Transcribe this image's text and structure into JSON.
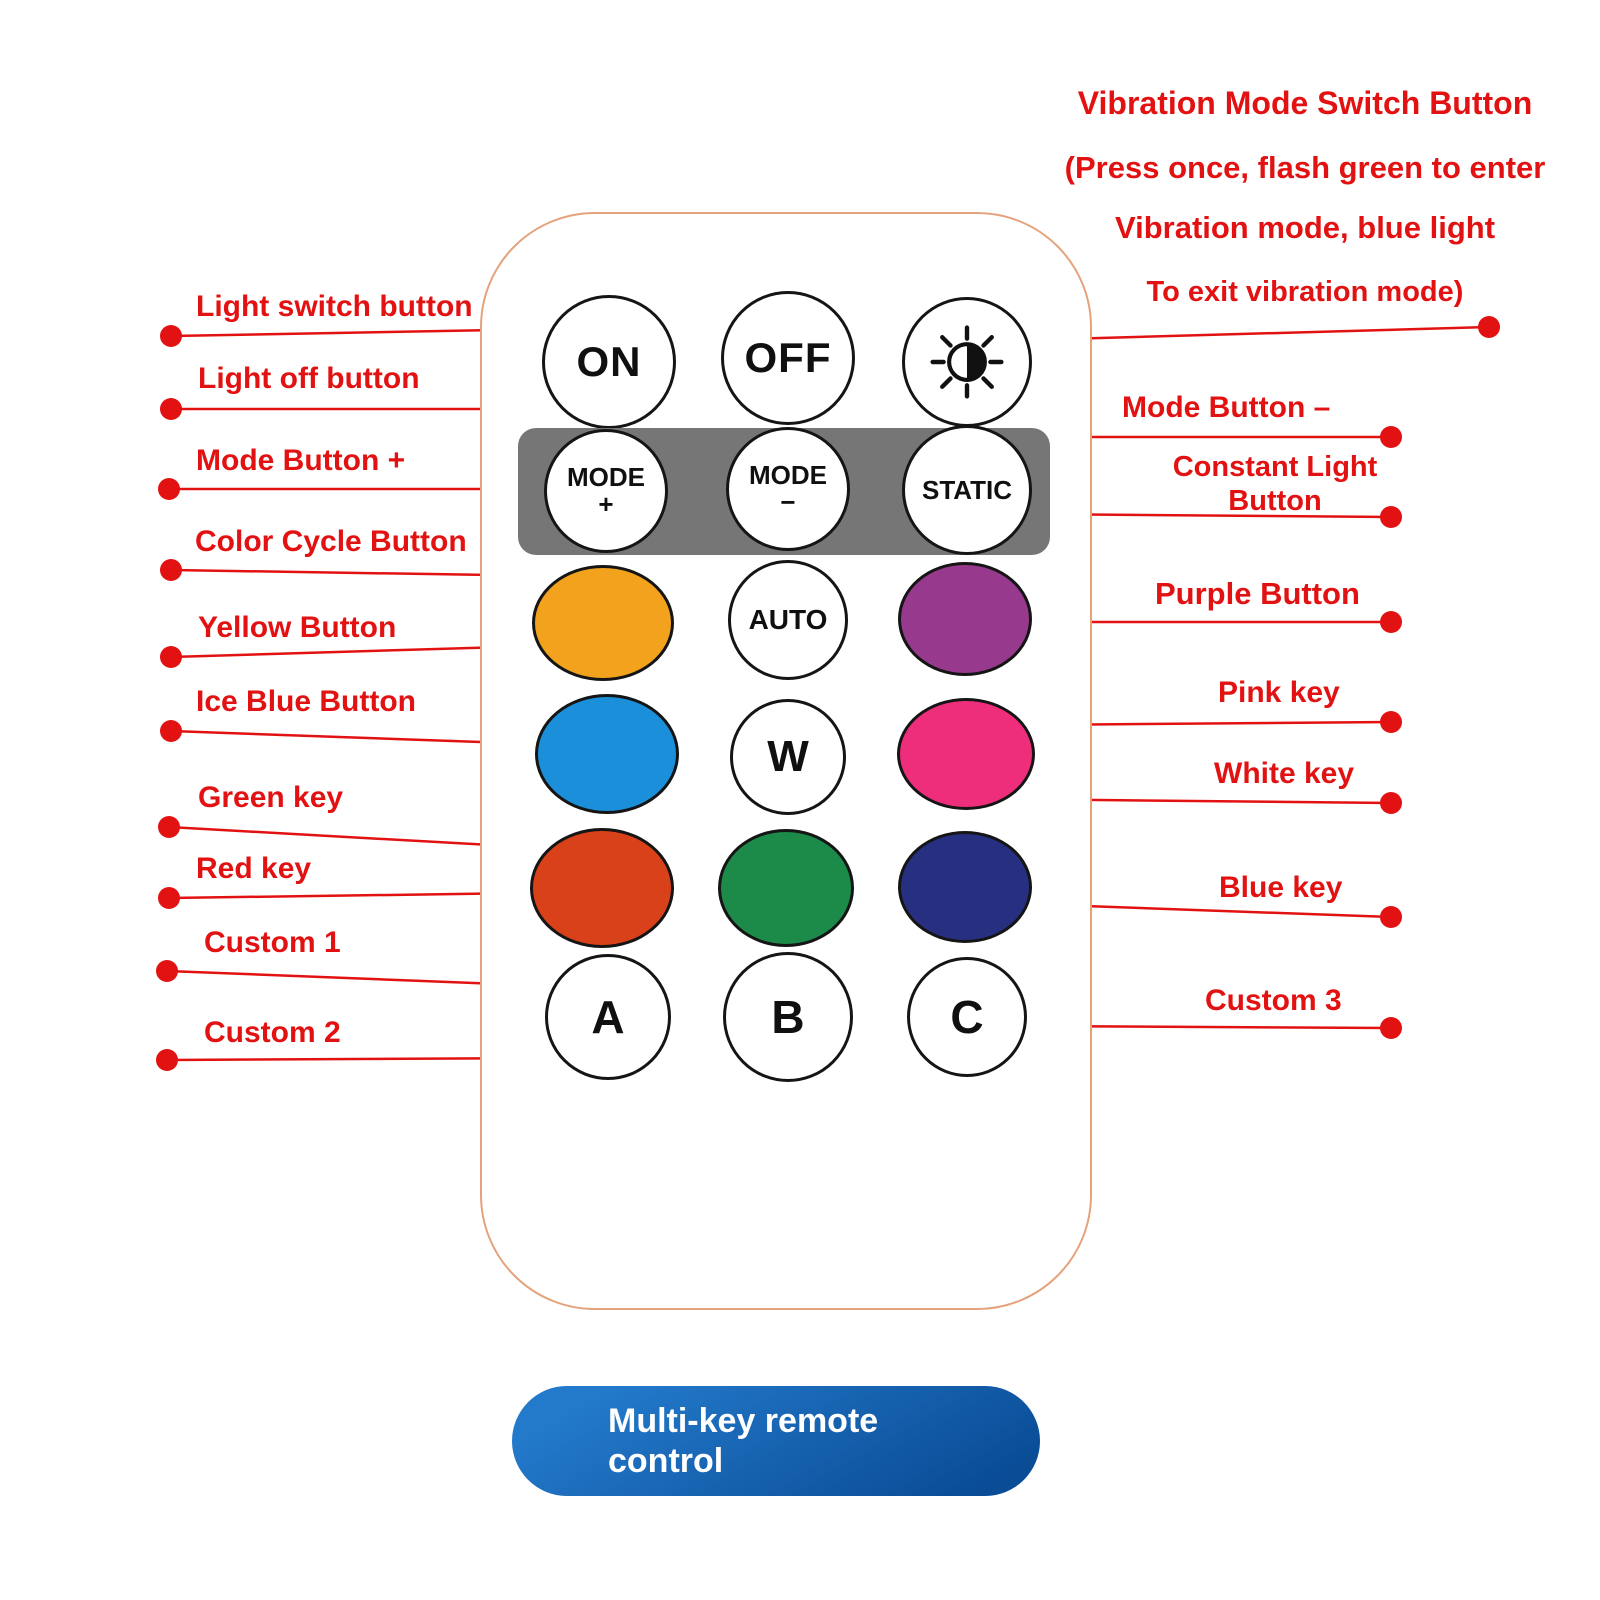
{
  "colors": {
    "annotation_red": "#e31212",
    "remote_border": "#e4a37b",
    "gray_panel": "#767676",
    "button_outline": "#151515",
    "pill_top": "#2379ca",
    "pill_bottom": "#0a4c96",
    "yellow": "#f2a21c",
    "purple": "#97398c",
    "ice_blue": "#1b8fd9",
    "pink": "#ee2e7b",
    "red": "#d9411b",
    "green": "#1c8a48",
    "blue": "#262f80"
  },
  "remote": {
    "on": "ON",
    "off": "OFF",
    "mode_plus": "MODE\n+",
    "mode_minus": "MODE\n−",
    "static": "STATIC",
    "auto": "AUTO",
    "white": "W",
    "custom_a": "A",
    "custom_b": "B",
    "custom_c": "C"
  },
  "icons": {
    "brightness": "brightness-icon"
  },
  "labels_left": [
    {
      "text": "Light switch button"
    },
    {
      "text": "Light off button"
    },
    {
      "text": "Mode Button +"
    },
    {
      "text": "Color Cycle Button"
    },
    {
      "text": "Yellow Button"
    },
    {
      "text": "Ice Blue Button"
    },
    {
      "text": "Green key"
    },
    {
      "text": "Red key"
    },
    {
      "text": "Custom 1"
    },
    {
      "text": "Custom 2"
    }
  ],
  "labels_right": {
    "vibration_line1": "Vibration Mode Switch Button",
    "vibration_line2": "(Press once, flash green to enter",
    "vibration_line3": "Vibration mode, blue light",
    "vibration_line4": "To exit vibration mode)",
    "mode_minus": "Mode Button –",
    "constant_light": "Constant Light\nButton",
    "purple": "Purple Button",
    "pink": "Pink key",
    "white": "White key",
    "blue": "Blue key",
    "custom3": "Custom 3"
  },
  "footer": {
    "label": "Multi-key remote\ncontrol"
  }
}
